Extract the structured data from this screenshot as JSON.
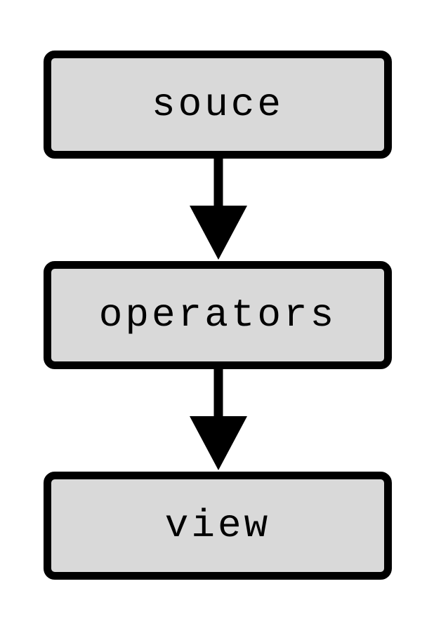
{
  "diagram": {
    "nodes": [
      {
        "label": "souce"
      },
      {
        "label": "operators"
      },
      {
        "label": "view"
      }
    ],
    "edges": [
      {
        "from": "souce",
        "to": "operators"
      },
      {
        "from": "operators",
        "to": "view"
      }
    ],
    "colors": {
      "node_fill": "#d9d9d9",
      "stroke": "#000000",
      "background": "#ffffff"
    }
  }
}
